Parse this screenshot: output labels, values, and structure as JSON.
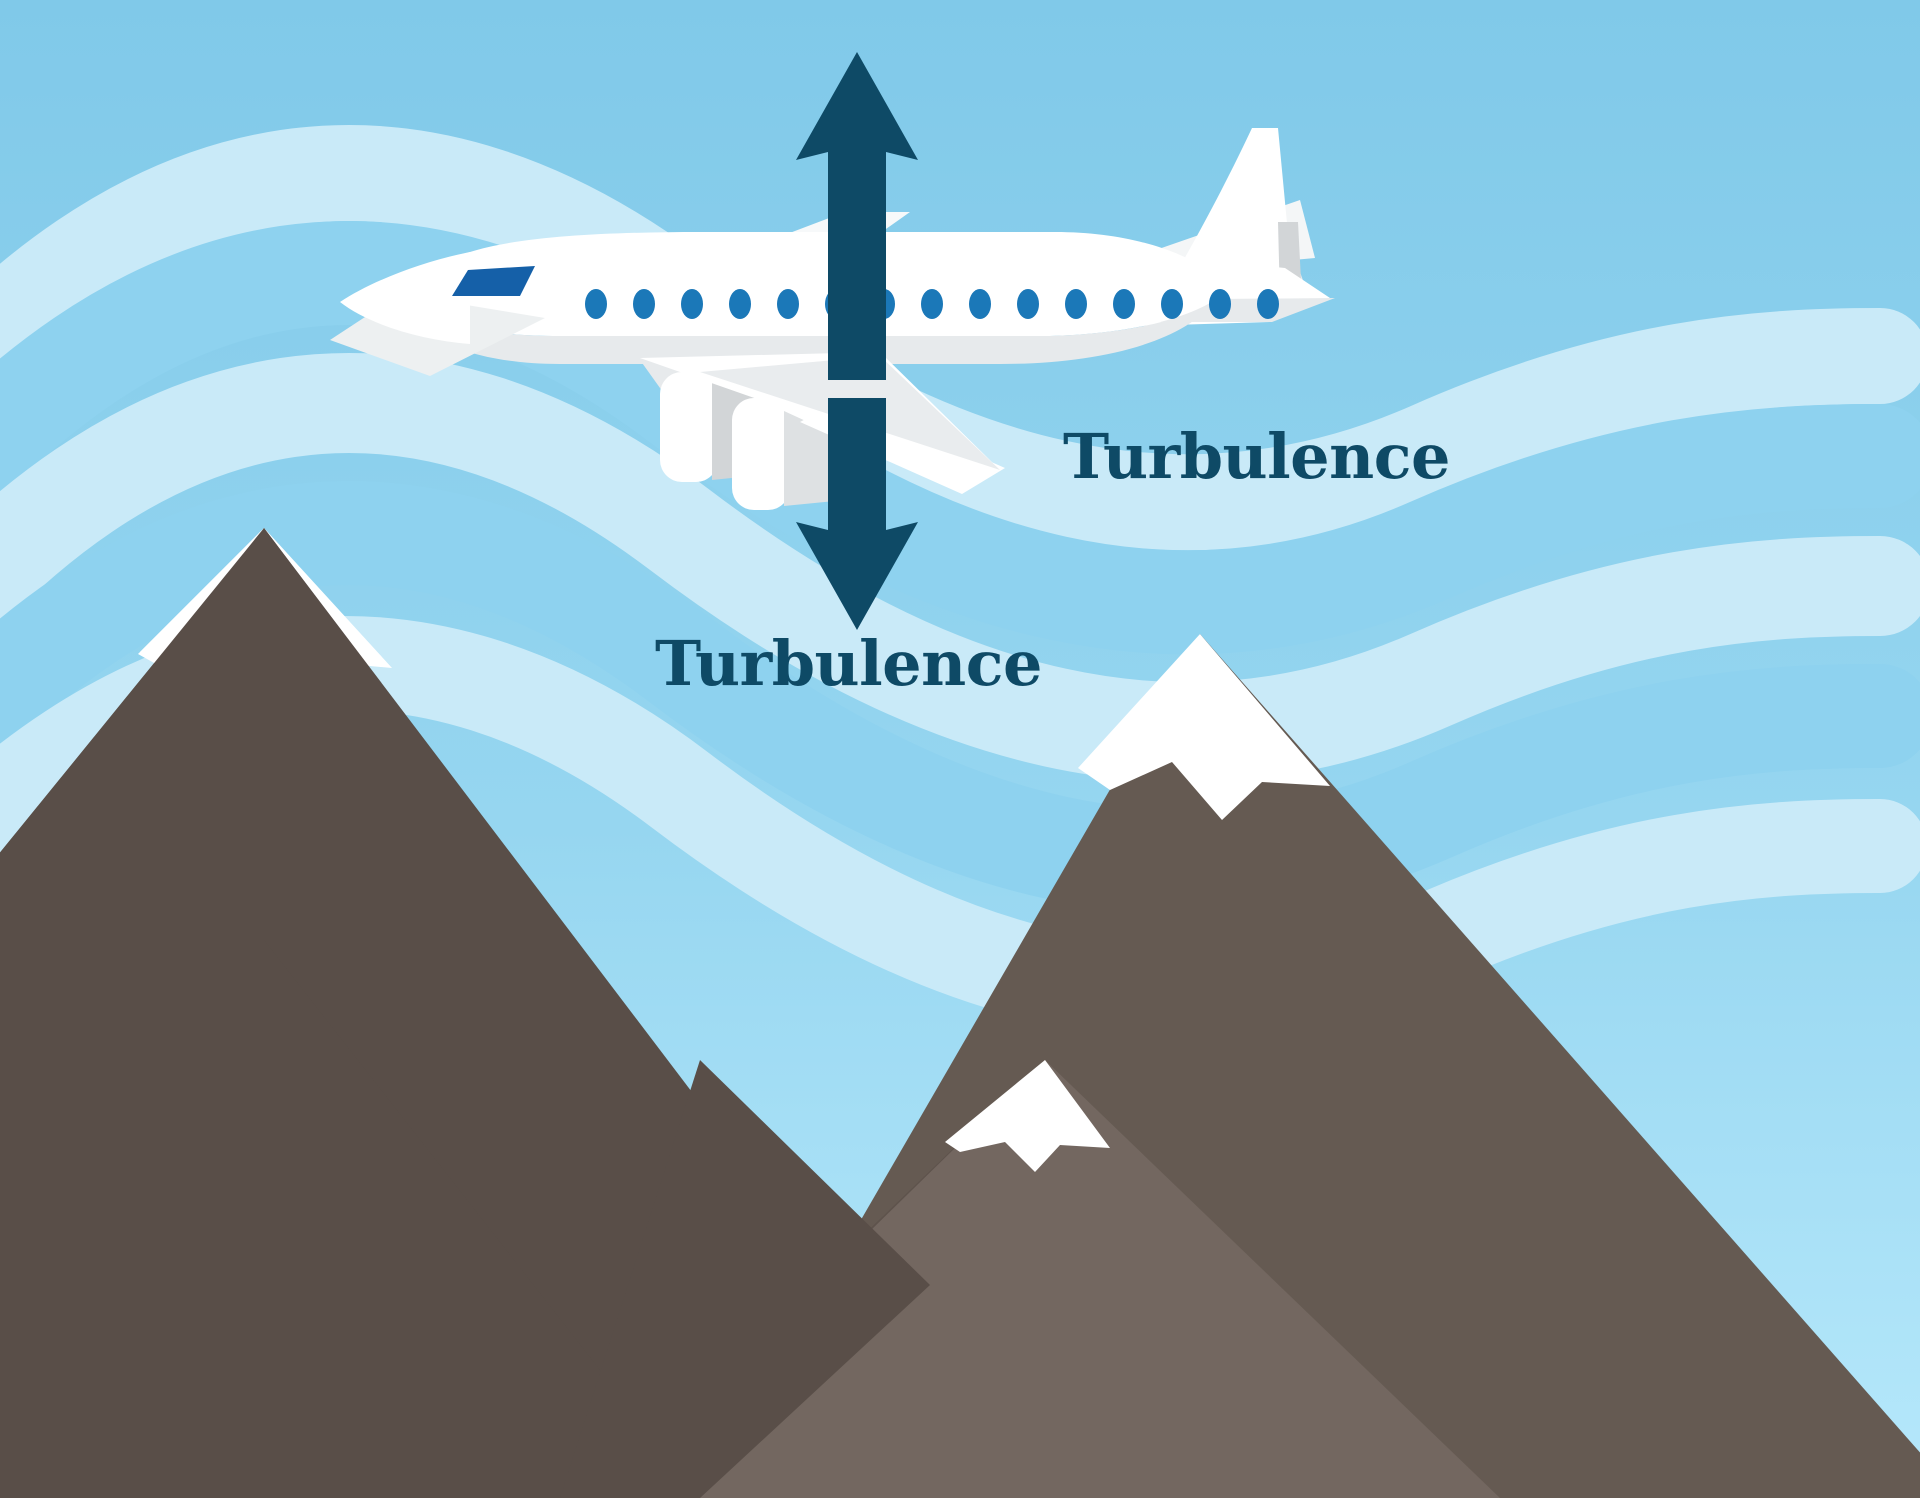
{
  "illustration": {
    "title": "Mountain wave turbulence affecting an airplane",
    "subject": "airplane-over-mountains"
  },
  "labels": {
    "turbulence_lower": "Turbulence",
    "turbulence_right": "Turbulence"
  },
  "annotations": {
    "arrow_up_name": "vertical-turbulence-arrow-up",
    "arrow_down_name": "vertical-turbulence-arrow-down",
    "arrow_direction_up": "up",
    "arrow_direction_down": "down"
  },
  "colors": {
    "sky_top": "#80c9e9",
    "sky_bottom": "#b6e8fb",
    "wave_light": "#c9eaf8",
    "wave_mid": "#8ed2ef",
    "arrow": "#0e4a66",
    "label_text": "#0e4a66",
    "mountain_dark": "#594e48",
    "mountain_mid": "#655a52",
    "mountain_light": "#736760",
    "snow": "#ffffff",
    "plane_body": "#ffffff",
    "plane_shadow": "#e7eaec",
    "plane_shadow_dark": "#d2d5d7",
    "window_blue": "#1b78b8",
    "cockpit_blue": "#1560a8"
  },
  "airplane": {
    "name": "airplane",
    "window_count": 15,
    "engine_count": 2,
    "parts": [
      "nose",
      "fuselage",
      "cockpit-window",
      "passenger-windows",
      "main-wing",
      "upper-wing",
      "tail-fin",
      "horizontal-stabilizer",
      "engine-front",
      "engine-rear"
    ]
  },
  "mountains": [
    {
      "name": "mountain-left",
      "has_snow_cap": true
    },
    {
      "name": "mountain-right",
      "has_snow_cap": true
    },
    {
      "name": "mountain-center-small",
      "has_snow_cap": true
    }
  ],
  "wave_bands": [
    {
      "name": "wave-band-1",
      "shade": "light"
    },
    {
      "name": "wave-band-2",
      "shade": "mid"
    },
    {
      "name": "wave-band-3",
      "shade": "light"
    },
    {
      "name": "wave-band-4",
      "shade": "mid"
    },
    {
      "name": "wave-band-5",
      "shade": "light"
    }
  ]
}
